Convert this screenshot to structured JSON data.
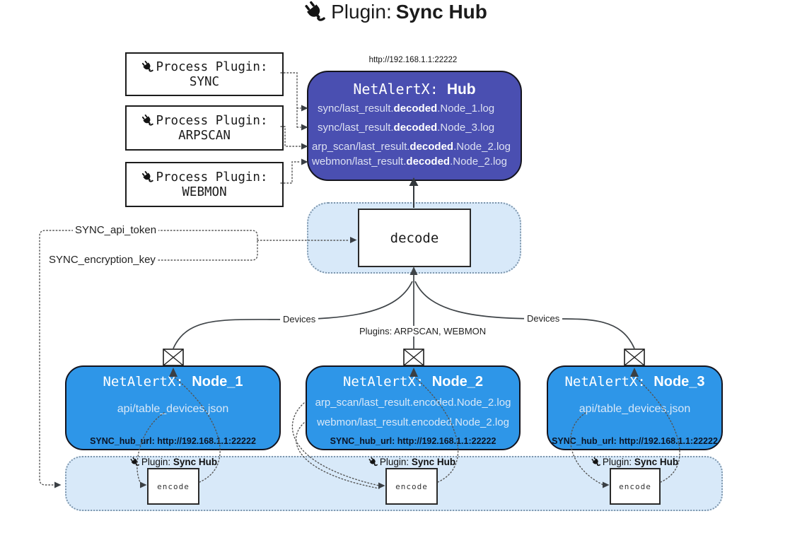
{
  "title": {
    "label": "Plugin:",
    "name": "Sync Hub"
  },
  "process_plugins": [
    {
      "label": "Process Plugin:",
      "name": "SYNC"
    },
    {
      "label": "Process Plugin:",
      "name": "ARPSCAN"
    },
    {
      "label": "Process Plugin:",
      "name": "WEBMON"
    }
  ],
  "hub": {
    "url": "http://192.168.1.1:22222",
    "title_label": "NetAlertX:",
    "title_name": "Hub",
    "logs": [
      {
        "pre": "sync/last_result.",
        "bold": "decoded",
        "post": ".Node_1.log"
      },
      {
        "pre": "sync/last_result.",
        "bold": "decoded",
        "post": ".Node_3.log"
      },
      {
        "pre": "arp_scan/last_result.",
        "bold": "decoded",
        "post": ".Node_2.log"
      },
      {
        "pre": "webmon/last_result.",
        "bold": "decoded",
        "post": ".Node_2.log"
      }
    ]
  },
  "decode": {
    "label": "decode"
  },
  "settings": {
    "api_token": "SYNC_api_token",
    "encryption_key": "SYNC_encryption_key"
  },
  "edge_labels": {
    "left": "Devices",
    "middle": "Plugins: ARPSCAN, WEBMON",
    "right": "Devices"
  },
  "nodes": [
    {
      "title_label": "NetAlertX:",
      "title_name": "Node_1",
      "files": [
        "api/table_devices.json"
      ],
      "footer": "SYNC_hub_url: http://192.168.1.1:22222"
    },
    {
      "title_label": "NetAlertX:",
      "title_name": "Node_2",
      "files": [
        "arp_scan/last_result.encoded.Node_2.log",
        "webmon/last_result.encoded.Node_2.log"
      ],
      "footer": "SYNC_hub_url: http://192.168.1.1:22222"
    },
    {
      "title_label": "NetAlertX:",
      "title_name": "Node_3",
      "files": [
        "api/table_devices.json"
      ],
      "footer": "SYNC_hub_url: http://192.168.1.1:22222"
    }
  ],
  "encode_groups": [
    {
      "label": "Plugin:",
      "name": "Sync Hub",
      "box_label": "encode"
    },
    {
      "label": "Plugin:",
      "name": "Sync Hub",
      "box_label": "encode"
    },
    {
      "label": "Plugin:",
      "name": "Sync Hub",
      "box_label": "encode"
    }
  ],
  "colors": {
    "hub_bg": "#4A4FB1",
    "node_bg": "#2E96E8",
    "panel_bg": "#D8E9F9",
    "panel_border": "#7E96AC",
    "text_on_hub": "#DCE0F2"
  }
}
